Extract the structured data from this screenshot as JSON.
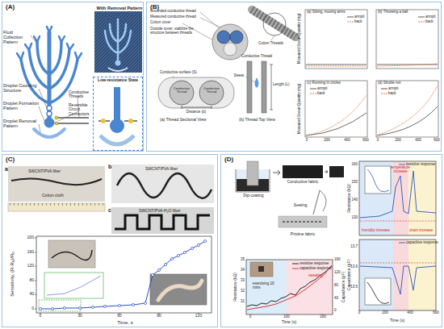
{
  "diagram": {
    "nodes": [
      {
        "text": [
          "(A)"
        ]
      },
      {
        "text": [
          "With Removal Pattern"
        ],
        "in": 0
      },
      {
        "text": [
          "Low-resistance State"
        ],
        "in": 0
      },
      {
        "text": [
          "(B)"
        ]
      },
      {
        "text": [
          "(C)"
        ]
      },
      {
        "text": [
          "(D)"
        ]
      }
    ],
    "labels": [
      "Fluid Collection Pattern",
      "Droplet Counting Structure",
      "Droplet Formation Pattern",
      "Droplet Removal Pattern",
      "Conductive Threads",
      "Reversible Circuit Connectors",
      "Grounded conductive thread",
      "Measured conductive thread",
      "Cotton cover",
      "Outside cover, stabilize the structure between threads",
      "Cotton Threads",
      "(a) Thread Sectional View",
      "(b) Thread Top View",
      "Conductive surface (S)",
      "Conductive Thread",
      "Conductive Thread",
      "Distance (d)",
      "Conductive Thread",
      "Sweat",
      "Length (L)",
      "(a) Sitting, moving arms",
      "(b) Throwing a ball",
      "(c) Running in circles",
      "(d) Shuttle run",
      "Measured Sweat Quantity (mg)",
      "Measured Sweat Quantity (mg)",
      "0",
      "200",
      "400",
      "600",
      "0",
      "200",
      "400",
      "600",
      "a",
      "SWCNT/PVA fiber",
      "Cotton cloth",
      "b",
      "SWCNT/PVA fiber",
      "c",
      "SWCNT/PVA-H₂O fiber",
      "Sensitivity, (R-R₀)/R₀",
      "Time, s",
      "0",
      "40",
      "80",
      "120",
      "160",
      "200",
      "0",
      "30",
      "60",
      "90",
      "120",
      "Dip-coating",
      "Conductive fabric",
      "Sewing",
      "Pristine fabric",
      "Resistance (kΩ)",
      "Capacitance (pF)",
      "Time (s)",
      "35",
      "34",
      "33",
      "32",
      "31",
      "0",
      "100",
      "200",
      "160",
      "120",
      "80",
      "40",
      "0",
      "exercising 10 mins",
      "sweating",
      "Resistance (kΩ)",
      "Capacitance (pF)",
      "160",
      "150",
      "140",
      "130",
      "13.7",
      "13.6",
      "13.5",
      "0",
      "200",
      "400",
      "600",
      "Time (s)",
      "humidity increase",
      "temperature increase",
      "strain increase"
    ],
    "legend": [
      {
        "text": "armpit"
      },
      {
        "text": "back"
      },
      {
        "text": "armpit"
      },
      {
        "text": "back"
      },
      {
        "text": "armpit"
      },
      {
        "text": "back"
      },
      {
        "text": "armpit"
      },
      {
        "text": "back"
      },
      {
        "text": "resistive response"
      },
      {
        "text": "capacitive response"
      },
      {
        "text": "resistive response"
      },
      {
        "text": "capacitive response"
      }
    ]
  }
}
